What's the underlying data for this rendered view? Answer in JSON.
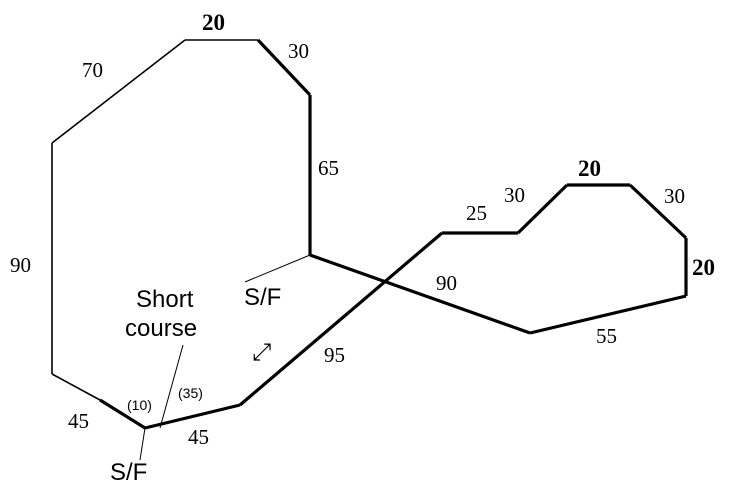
{
  "segment_labels": {
    "s70": "70",
    "s20_top": "20",
    "s30_top": "30",
    "s65": "65",
    "s90_left": "90",
    "s45_left": "45",
    "s45_bottom": "45",
    "s95": "95",
    "s90_mid": "90",
    "s55": "55",
    "s25": "25",
    "s30_mid": "30",
    "s20_right_top": "20",
    "s30_right": "30",
    "s20_right": "20"
  },
  "annotations": {
    "short_course_line1": "Short",
    "short_course_line2": "course",
    "sf_top": "S/F",
    "sf_bottom": "S/F",
    "short_dist_left": "(10)",
    "short_dist_right": "(35)",
    "direction_arrow": "⤢"
  }
}
